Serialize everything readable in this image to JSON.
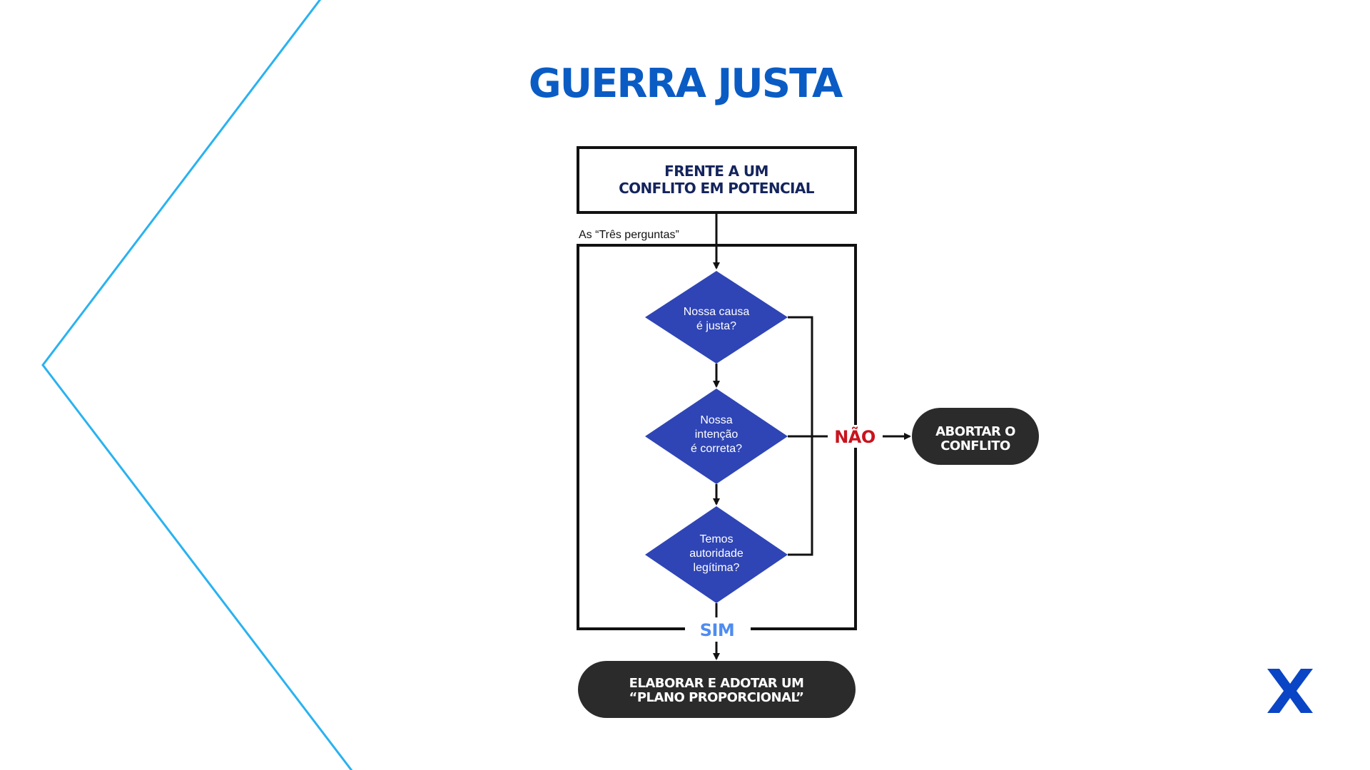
{
  "title": "GUERRA JUSTA",
  "colors": {
    "title": "#0a5cc4",
    "diamond": "#2f45b5",
    "frame": "#111111",
    "box_text": "#14245c",
    "pill": "#2b2b2b",
    "no": "#c8141e",
    "yes": "#4f8cef",
    "deco_line": "#29b2f0",
    "logo": "#0a45c6"
  },
  "start_box": {
    "line1": "FRENTE A UM",
    "line2": "CONFLITO EM POTENCIAL"
  },
  "group_caption": "As “Três perguntas”",
  "questions": [
    {
      "lines": [
        "Nossa causa",
        "é justa?"
      ]
    },
    {
      "lines": [
        "Nossa",
        "intenção",
        "é correta?"
      ]
    },
    {
      "lines": [
        "Temos",
        "autoridade",
        "legítima?"
      ]
    }
  ],
  "no_label": "NÃO",
  "yes_label": "SIM",
  "abort": {
    "line1": "ABORTAR O",
    "line2": "CONFLITO"
  },
  "plan": {
    "line1": "ELABORAR E ADOTAR UM",
    "line2": "“PLANO PROPORCIONAL”"
  },
  "logo_icon": "x-logo-icon"
}
